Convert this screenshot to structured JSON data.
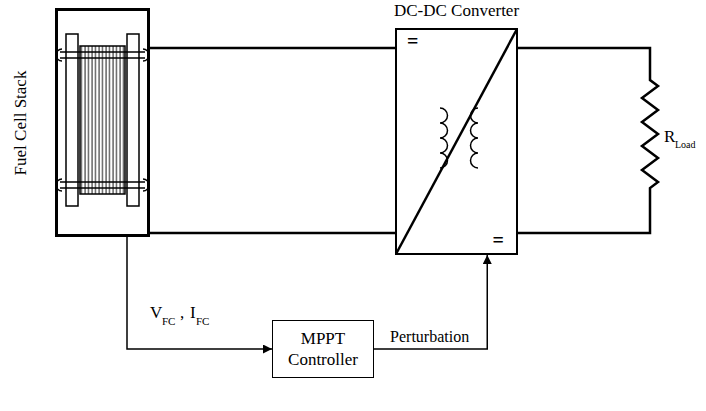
{
  "diagram": {
    "nodes": [
      {
        "text": [
          "Fuel Cell Stack"
        ]
      },
      {
        "text": [
          "DC-DC Converter",
          "=",
          "="
        ]
      },
      {
        "text": [
          "MPPT Controller"
        ]
      }
    ],
    "edges": [
      {
        "from": 0,
        "to": 1,
        "arrow": "none"
      },
      {
        "from": 0,
        "to": 1,
        "arrow": "none"
      },
      {
        "from": 0,
        "to": 2,
        "arrow": "to"
      },
      {
        "from": 2,
        "to": 1,
        "arrow": "to",
        "label": "Perturbation"
      }
    ],
    "labels": [
      "V",
      "FC",
      ",",
      "I",
      "FC",
      "R",
      "Load"
    ]
  }
}
